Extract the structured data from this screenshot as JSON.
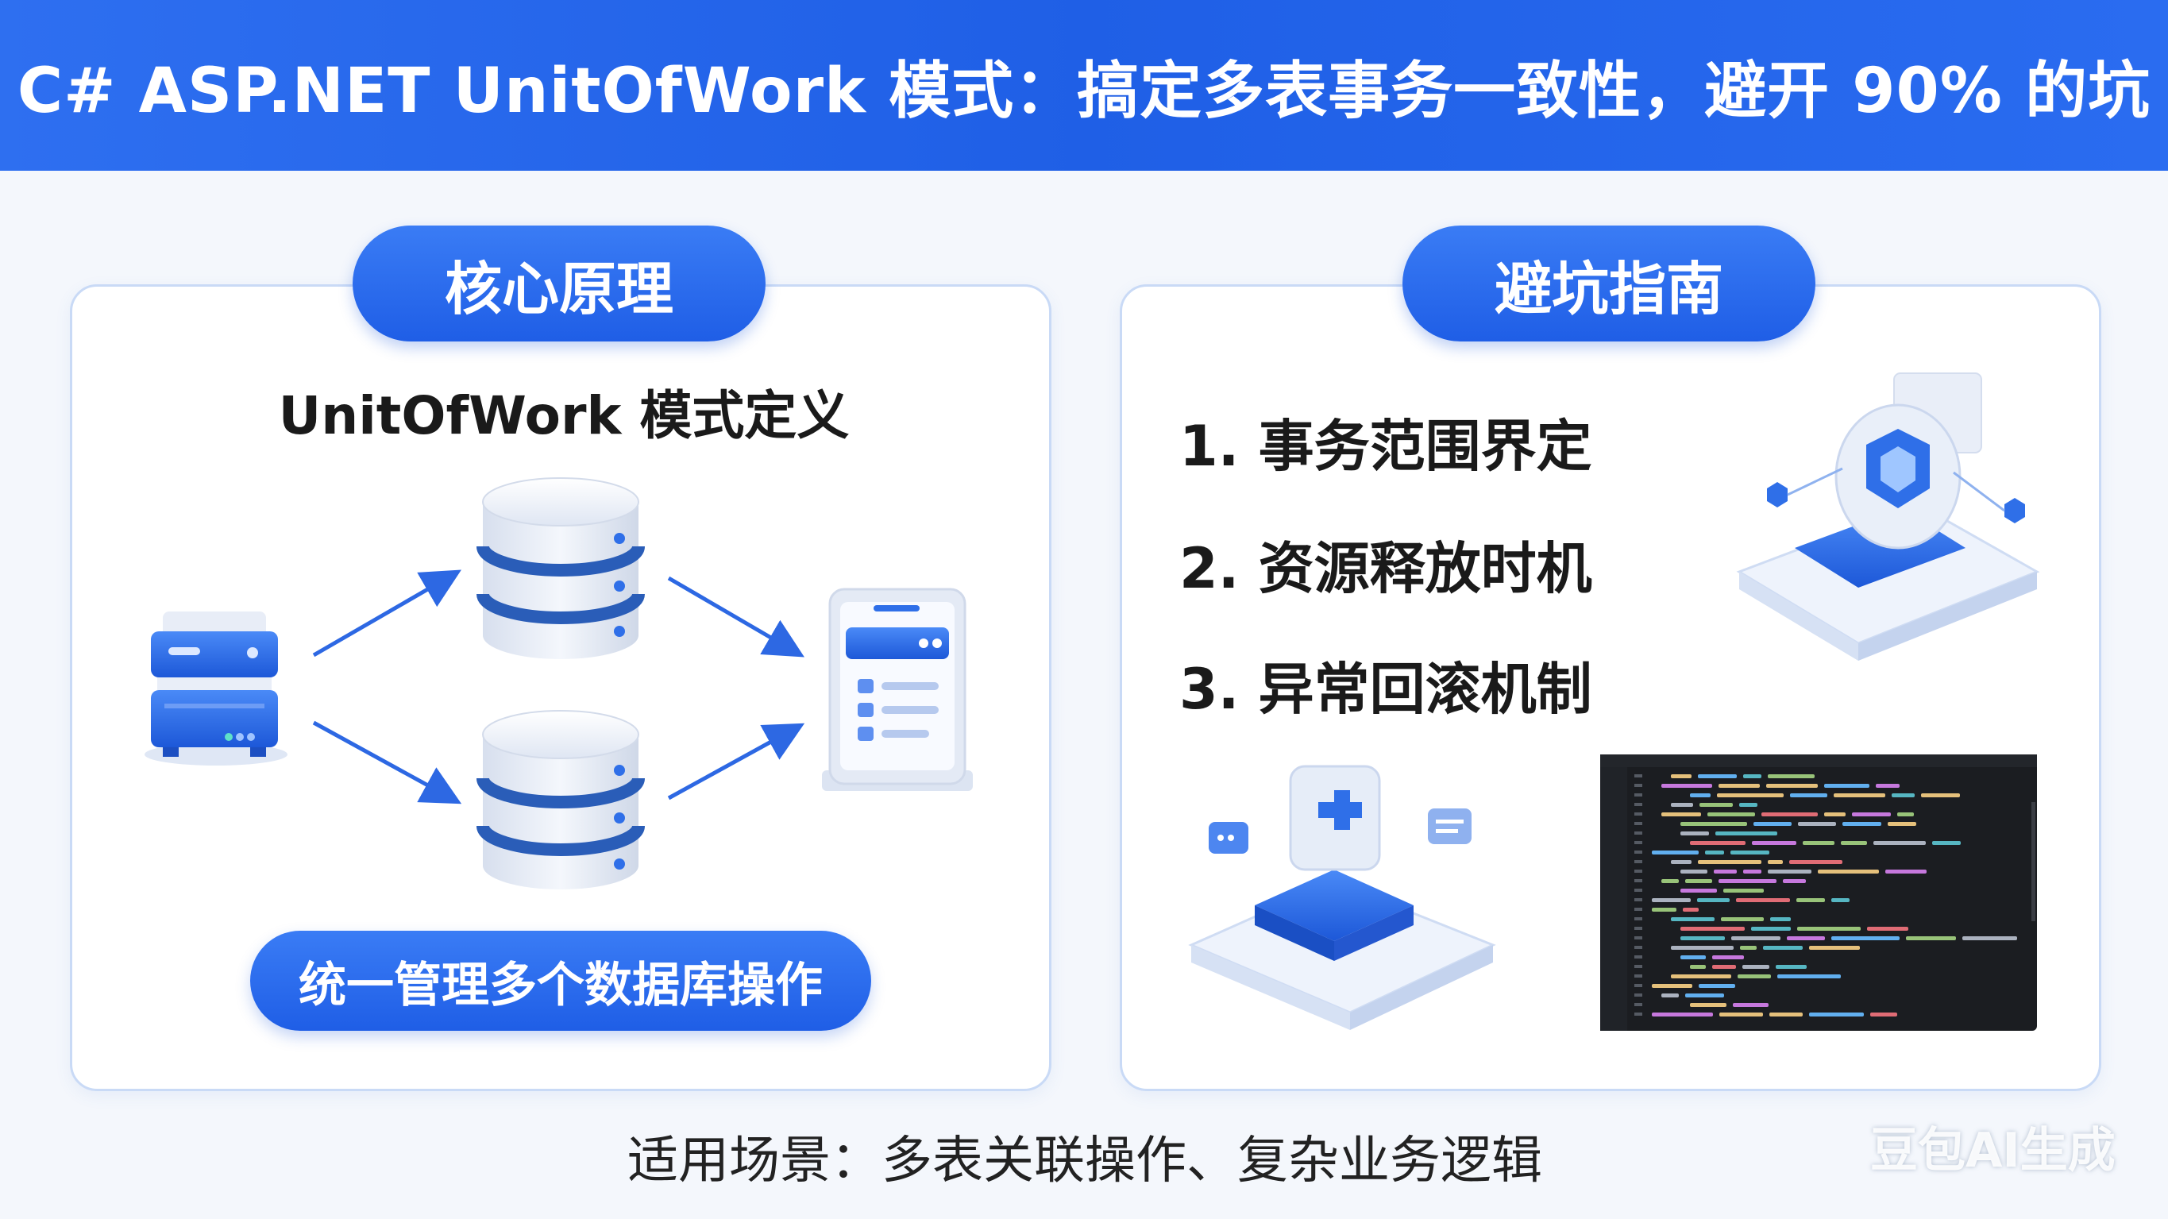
{
  "banner": {
    "title": "C# ASP.NET UnitOfWork 模式：搞定多表事务一致性，避开 90% 的坑"
  },
  "left_panel": {
    "header": "核心原理",
    "definition_title": "UnitOfWork 模式定义",
    "bottom_label": "统一管理多个数据库操作"
  },
  "right_panel": {
    "header": "避坑指南",
    "tips": [
      "1. 事务范围界定",
      "2. 资源释放时机",
      "3. 异常回滚机制"
    ]
  },
  "footer": {
    "text": "适用场景：多表关联操作、复杂业务逻辑"
  },
  "watermark": {
    "text": "豆包AI生成"
  },
  "colors": {
    "accent": "#1f5fe6",
    "panel_border": "#c9daf6",
    "code_bg": "#1b1d21"
  },
  "icons": [
    "server-icon",
    "database-icon",
    "database-icon",
    "app-screen-icon",
    "shield-platform-icon",
    "puzzle-platform-icon",
    "code-editor-icon"
  ]
}
